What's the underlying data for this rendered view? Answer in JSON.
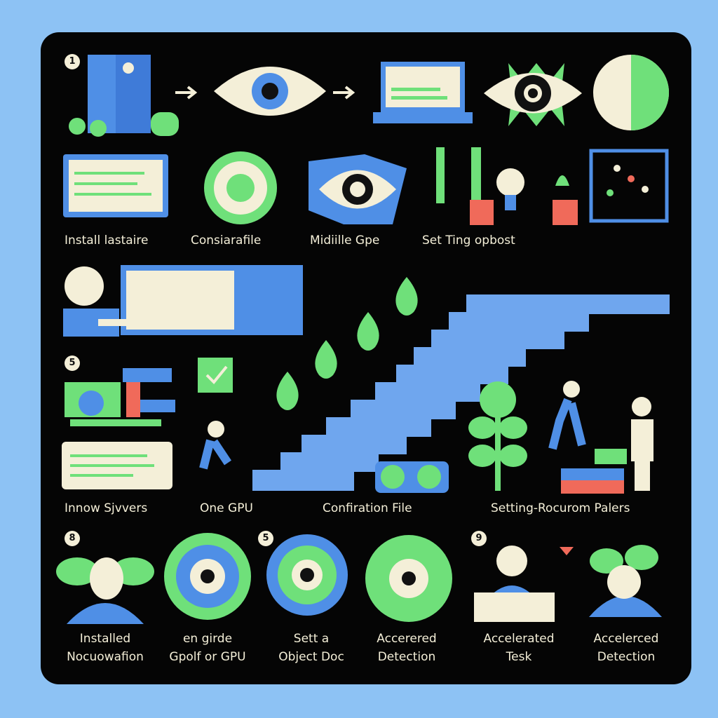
{
  "step_numbers": [
    "1",
    "5",
    "8",
    "5",
    "9"
  ],
  "row1_labels": [
    "Install lastaire",
    "Consiarafile",
    "Midiille Gpe",
    "Set Ting opbost"
  ],
  "row2_labels": [
    "Innow Sjvvers",
    "One GPU",
    "Confiration File",
    "Setting-Rocurom Palers"
  ],
  "row3_labels": [
    [
      "Installed",
      "Nocuowafion"
    ],
    [
      "en girde",
      "Gpolf or GPU"
    ],
    [
      "Sett a",
      "Object Doc"
    ],
    [
      "Accerered",
      "Detection"
    ],
    [
      "Accelerated",
      "Tesk"
    ],
    [
      "Accelerced",
      "Detection"
    ]
  ],
  "colors": {
    "background": "#8dc2f4",
    "panel": "#050505",
    "blue": "#4f8fe6",
    "green": "#6fe07a",
    "cream": "#f4efd8",
    "red": "#f06a5a"
  }
}
